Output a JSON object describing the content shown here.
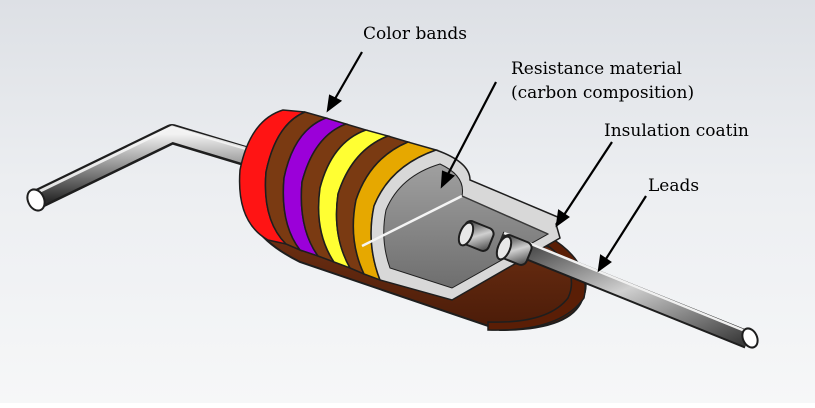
{
  "labels": {
    "color_bands": "Color bands",
    "resistance_line1": "Resistance material",
    "resistance_line2": "(carbon composition)",
    "insulation": "Insulation coatin",
    "leads": "Leads"
  },
  "colors": {
    "background_top": "#d9dde2",
    "background_bottom": "#f3f4f6",
    "body_brown": "#6b2e12",
    "body_dark": "#4a1b08",
    "band_red": "#ff1a1a",
    "band_brown": "#7a3a12",
    "band_violet": "#9b00d9",
    "band_yellow": "#ffff33",
    "band_gold": "#e6a800",
    "resistance_grey": "#8a8a8a",
    "lead_metal": "#b8b8b8"
  }
}
